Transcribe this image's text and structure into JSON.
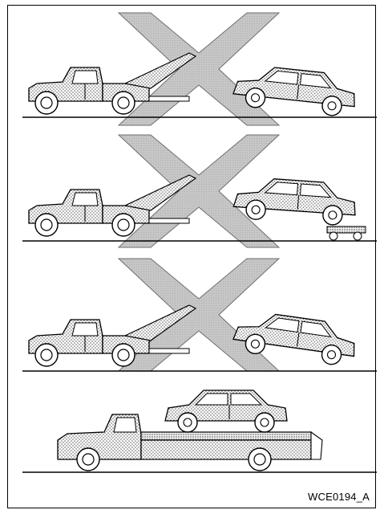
{
  "figure": {
    "code": "WCE0194_A",
    "scenes": [
      {
        "method": "wheel-lift-towing-front-up",
        "prohibited": true
      },
      {
        "method": "wheel-lift-towing-with-dollies",
        "prohibited": true
      },
      {
        "method": "sling-type-towing",
        "prohibited": true
      },
      {
        "method": "flatbed-transport",
        "prohibited": false
      }
    ],
    "colors": {
      "line": "#000000",
      "cross_fill": "#c8c8c8",
      "dot_fill": "#777777"
    }
  }
}
